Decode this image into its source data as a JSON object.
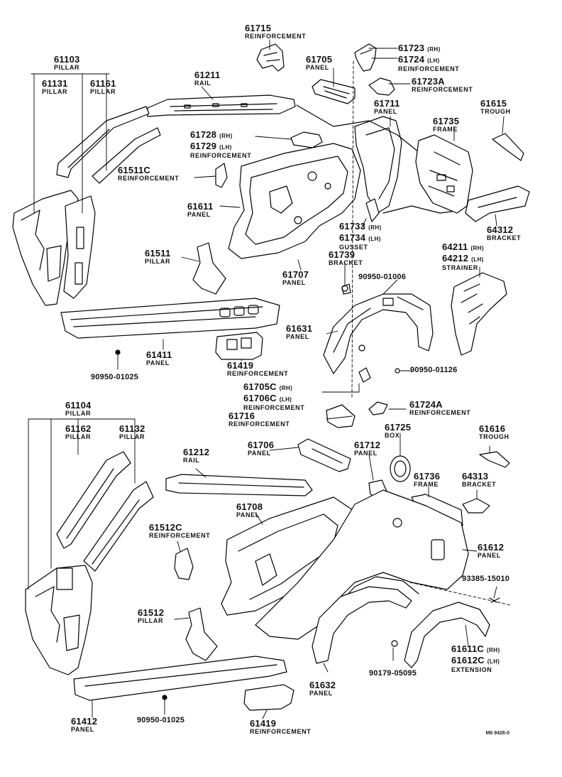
{
  "diagram": {
    "footer_code": "M6 9426-0",
    "labels": {
      "p61715": {
        "num": "61715",
        "name": "REINFORCEMENT"
      },
      "p61103": {
        "num": "61103",
        "name": "PILLAR"
      },
      "p61131": {
        "num": "61131",
        "name": "PILLAR"
      },
      "p61161": {
        "num": "61161",
        "name": "PILLAR"
      },
      "p61211": {
        "num": "61211",
        "name": "RAIL"
      },
      "p61705": {
        "num": "61705",
        "name": "PANEL"
      },
      "p61723": {
        "num1": "61723",
        "side1": "(RH)",
        "num2": "61724",
        "side2": "(LH)",
        "name": "REINFORCEMENT"
      },
      "p61723A": {
        "num": "61723A",
        "name": "REINFORCEMENT"
      },
      "p61711": {
        "num": "61711",
        "name": "PANEL"
      },
      "p61615": {
        "num": "61615",
        "name": "TROUGH"
      },
      "p61728": {
        "num1": "61728",
        "side1": "(RH)",
        "num2": "61729",
        "side2": "(LH)",
        "name": "REINFORCEMENT"
      },
      "p61735": {
        "num": "61735",
        "name": "FRAME"
      },
      "p61511C": {
        "num": "61511C",
        "name": "REINFORCEMENT"
      },
      "p61611": {
        "num": "61611",
        "name": "PANEL"
      },
      "p64312": {
        "num": "64312",
        "name": "BRACKET"
      },
      "p61733": {
        "num1": "61733",
        "side1": "(RH)",
        "num2": "61734",
        "side2": "(LH)",
        "name": "GUSSET"
      },
      "p61739": {
        "num": "61739",
        "name": "BRACKET"
      },
      "p64211": {
        "num1": "64211",
        "side1": "(RH)",
        "num2": "64212",
        "side2": "(LH)",
        "name": "STRAINER"
      },
      "p61511": {
        "num": "61511",
        "name": "PILLAR"
      },
      "p61707": {
        "num": "61707",
        "name": "PANEL"
      },
      "p90950_01006": {
        "num": "90950-01006"
      },
      "p61631": {
        "num": "61631",
        "name": "PANEL"
      },
      "p61411": {
        "num": "61411",
        "name": "PANEL"
      },
      "p61419a": {
        "num": "61419",
        "name": "REINFORCEMENT"
      },
      "p90950_01025a": {
        "num": "90950-01025"
      },
      "p90950_01126": {
        "num": "90950-01126"
      },
      "p61705C": {
        "num1": "61705C",
        "side1": "(RH)",
        "num2": "61706C",
        "side2": "(LH)",
        "name": "REINFORCEMENT"
      },
      "p61104": {
        "num": "61104",
        "name": "PILLAR"
      },
      "p61724A": {
        "num": "61724A",
        "name": "REINFORCEMENT"
      },
      "p61716": {
        "num": "61716",
        "name": "REINFORCEMENT"
      },
      "p61725": {
        "num": "61725",
        "name": "BOX"
      },
      "p61162": {
        "num": "61162",
        "name": "PILLAR"
      },
      "p61132": {
        "num": "61132",
        "name": "PILLAR"
      },
      "p61616": {
        "num": "61616",
        "name": "TROUGH"
      },
      "p61706": {
        "num": "61706",
        "name": "PANEL"
      },
      "p61712": {
        "num": "61712",
        "name": "PANEL"
      },
      "p61212": {
        "num": "61212",
        "name": "RAIL"
      },
      "p61736": {
        "num": "61736",
        "name": "FRAME"
      },
      "p64313": {
        "num": "64313",
        "name": "BRACKET"
      },
      "p61708": {
        "num": "61708",
        "name": "PANEL"
      },
      "p61512C": {
        "num": "61512C",
        "name": "REINFORCEMENT"
      },
      "p61612": {
        "num": "61612",
        "name": "PANEL"
      },
      "p93385_15010": {
        "num": "93385-15010"
      },
      "p61512": {
        "num": "61512",
        "name": "PILLAR"
      },
      "p61611C": {
        "num1": "61611C",
        "side1": "(RH)",
        "num2": "61612C",
        "side2": "(LH)",
        "name": "EXTENSION"
      },
      "p90179_05095": {
        "num": "90179-05095"
      },
      "p61632": {
        "num": "61632",
        "name": "PANEL"
      },
      "p61412": {
        "num": "61412",
        "name": "PANEL"
      },
      "p90950_01025b": {
        "num": "90950-01025"
      },
      "p61419b": {
        "num": "61419",
        "name": "REINFORCEMENT"
      }
    }
  }
}
